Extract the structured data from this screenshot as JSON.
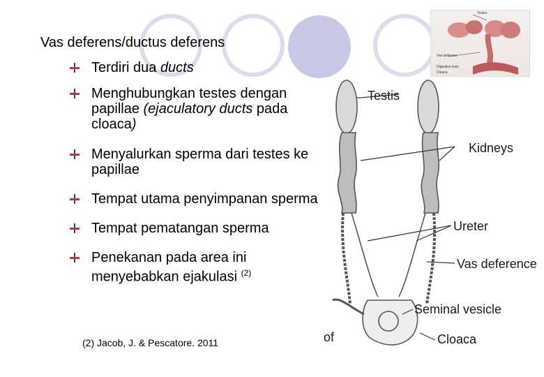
{
  "title": "Vas deferens/ductus deferens",
  "bullets": [
    {
      "pre": "Terdiri dua ",
      "ital": "ducts",
      "post": ""
    },
    {
      "pre": "Menghubungkan testes dengan papillae ",
      "ital": "(ejaculatory ducts",
      "post": " pada cloaca",
      "ital2": ")"
    },
    {
      "pre": "Menyalurkan sperma dari testes ke papillae"
    },
    {
      "pre": "Tempat utama penyimpanan sperma"
    },
    {
      "pre": "Tempat pematangan sperma"
    },
    {
      "pre": "Penekanan pada area ini menyebabkan ejakulasi ",
      "sup": "(2)"
    }
  ],
  "reference": "(2) Jacob, J. & Pescatore. 2011",
  "photo_labels": {
    "testes": "Testes",
    "vas": "Vas deferens",
    "digestive": "Digestive tract",
    "cloaca": "Cloaca"
  },
  "diagram_labels": {
    "testis": "Testis",
    "kidneys": "Kidneys",
    "ureter": "Ureter",
    "vas": "Vas deference",
    "seminal": "Seminal vesicle",
    "cloaca": "Cloaca",
    "of": "of"
  },
  "colors": {
    "bullet_red": "#c0392b",
    "bullet_blue": "#2b3a8f",
    "ring": "#c8c8e6"
  }
}
